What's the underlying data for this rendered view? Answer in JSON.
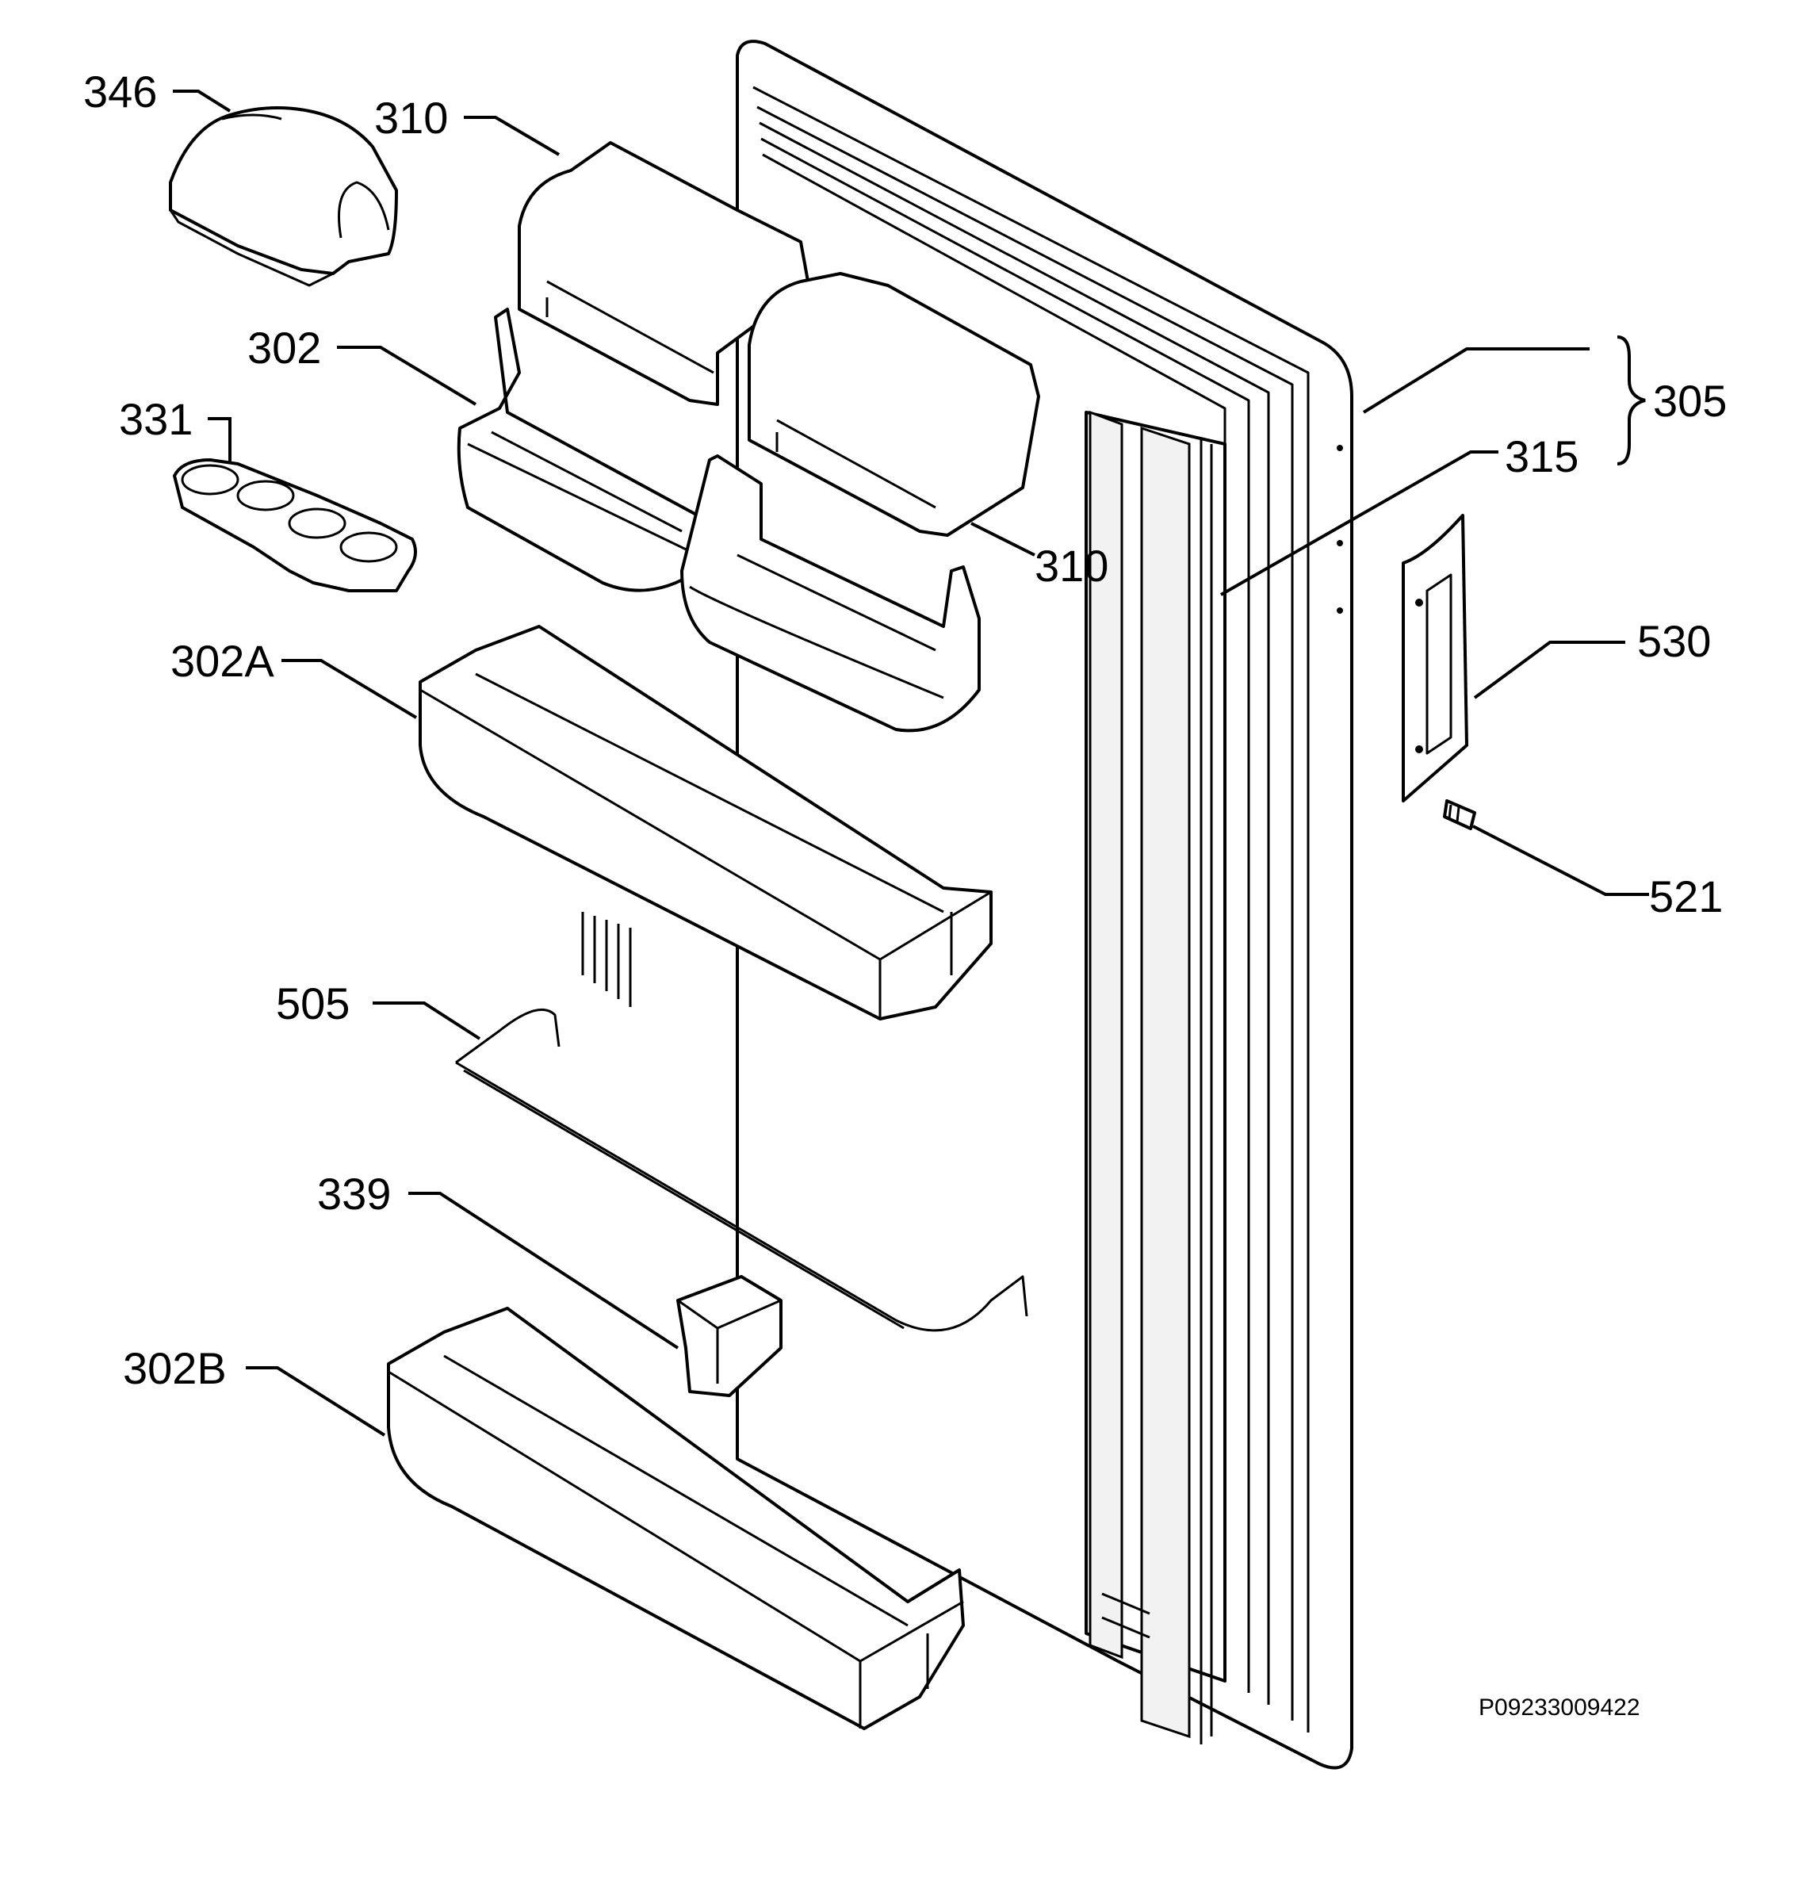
{
  "parts": [
    {
      "id": "p346",
      "label": "346"
    },
    {
      "id": "p310a",
      "label": "310"
    },
    {
      "id": "p302",
      "label": "302"
    },
    {
      "id": "p331",
      "label": "331"
    },
    {
      "id": "p310b",
      "label": "310"
    },
    {
      "id": "p305",
      "label": "305"
    },
    {
      "id": "p315",
      "label": "315"
    },
    {
      "id": "p302a",
      "label": "302A"
    },
    {
      "id": "p530",
      "label": "530"
    },
    {
      "id": "p521",
      "label": "521"
    },
    {
      "id": "p505",
      "label": "505"
    },
    {
      "id": "p339",
      "label": "339"
    },
    {
      "id": "p302b",
      "label": "302B"
    }
  ],
  "drawing_code": "P09233009422"
}
